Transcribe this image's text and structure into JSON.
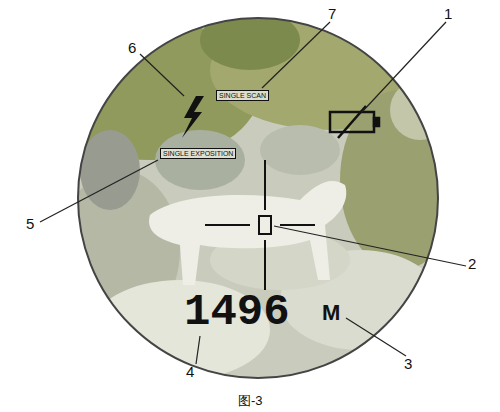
{
  "diagram": {
    "caption": "图-3",
    "labels": [
      "1",
      "2",
      "3",
      "4",
      "5",
      "6",
      "7",
      "1496",
      "M",
      "SINGLE EXPOSITION",
      "SINGLE SCAN"
    ]
  }
}
